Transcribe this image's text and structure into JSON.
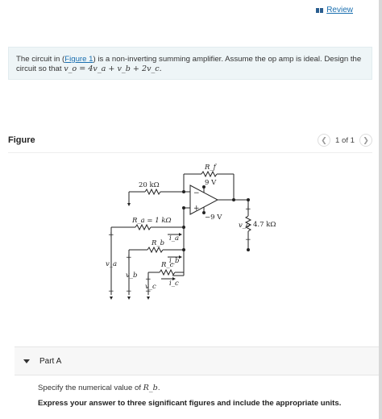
{
  "header": {
    "review_label": "Review"
  },
  "problem": {
    "text_before_link": "The circuit in (",
    "link_label": "Figure 1",
    "text_after_link": ") is a non-inverting summing amplifier. Assume the op amp is ideal. Design the circuit so that ",
    "equation": "vₒ = 4vₐ + vᵦ + 2v𝒸.",
    "equation_display": "v_o = 4v_a + v_b + 2v_c."
  },
  "figure": {
    "title": "Figure",
    "page_indicator": "1 of 1",
    "circuit": {
      "rf_label": "R_f",
      "r20_label": "20 kΩ",
      "vpos_label": "9 V",
      "vneg_label": "−9 V",
      "ra_label": "R_a = 1 kΩ",
      "rb_label": "R_b",
      "rc_label": "R_c",
      "rload_label": "4.7 kΩ",
      "vo_label": "v_o",
      "va_label": "v_a",
      "vb_label": "v_b",
      "vc_label": "v_c",
      "ia_label": "i_a",
      "ib_label": "i_b",
      "ic_label": "i_c",
      "plus": "+",
      "minus": "−"
    }
  },
  "part_a": {
    "label": "Part A",
    "question_text": "Specify the numerical value of ",
    "question_symbol": "R_b",
    "question_end": ".",
    "instructions": "Express your answer to three significant figures and include the appropriate units."
  },
  "colors": {
    "link": "#1a6fb0",
    "problem_bg": "#eef5f7",
    "part_bg": "#f7f7f7"
  },
  "icons": {
    "review": "book-icon",
    "prev": "chevron-left-icon",
    "next": "chevron-right-icon",
    "expand": "caret-down-icon"
  }
}
